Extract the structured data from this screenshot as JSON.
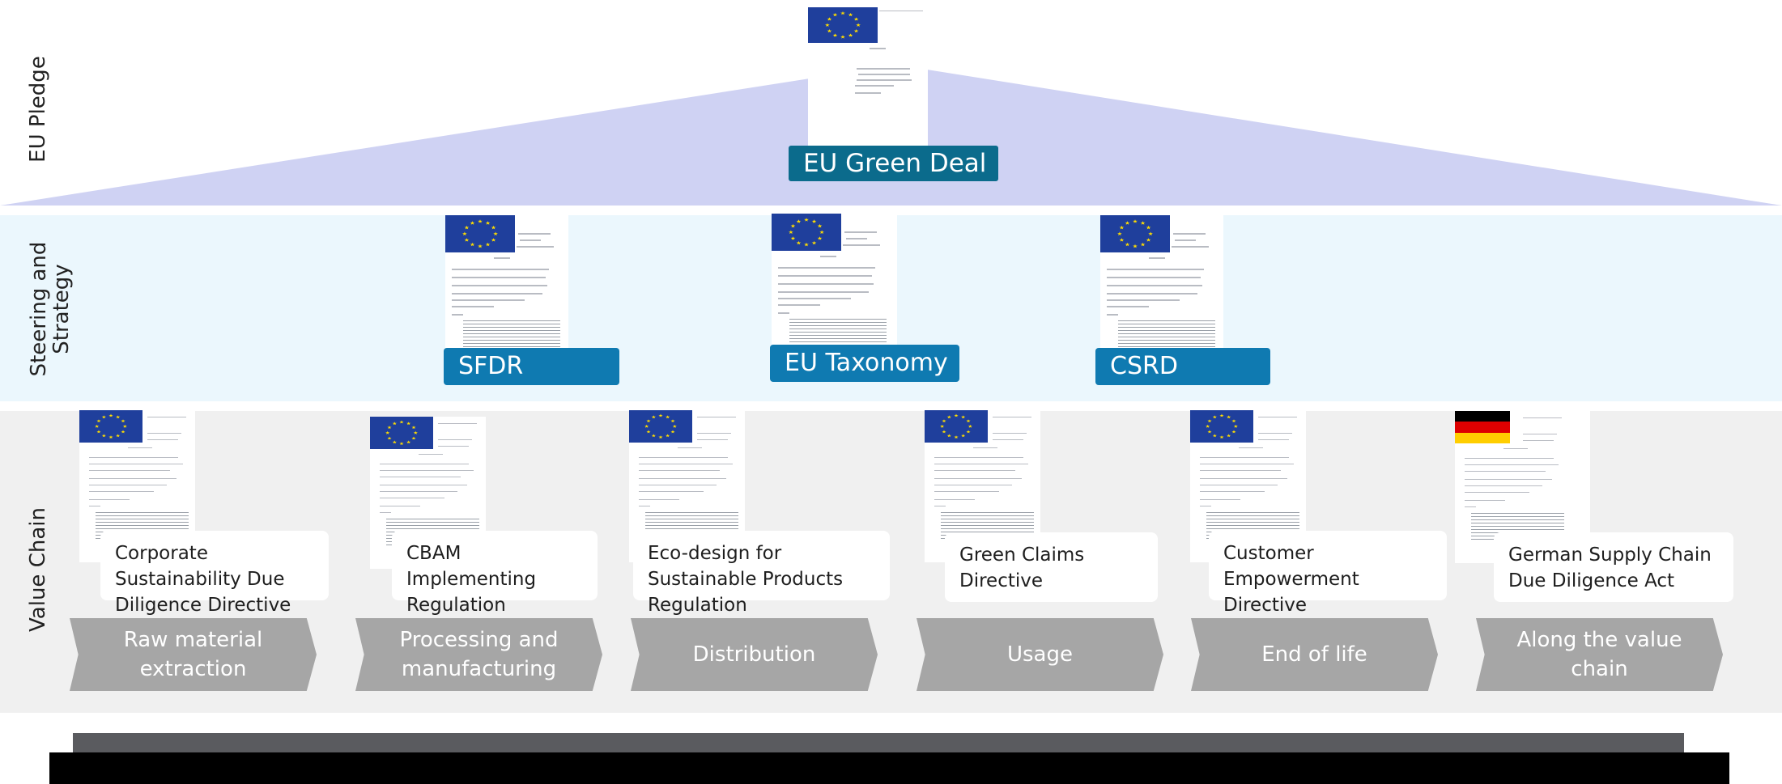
{
  "rows": {
    "pledge": "EU Pledge",
    "steering": "Steering and\nStrategy",
    "value_chain": "Value Chain"
  },
  "pledge": {
    "label": "EU Green Deal"
  },
  "strategy": [
    {
      "label": "SFDR"
    },
    {
      "label": "EU Taxonomy"
    },
    {
      "label": "CSRD"
    }
  ],
  "regulations": [
    {
      "label": "Corporate Sustainability Due Diligence Directive",
      "flag": "eu-flag-icon"
    },
    {
      "label": "CBAM Implementing Regulation",
      "flag": "eu-flag-icon"
    },
    {
      "label": "Eco-design for Sustainable Products Regulation",
      "flag": "eu-flag-icon"
    },
    {
      "label": "Green Claims Directive",
      "flag": "eu-flag-icon"
    },
    {
      "label": "Customer Empowerment Directive",
      "flag": "eu-flag-icon"
    },
    {
      "label": "German Supply Chain Due Diligence Act",
      "flag": "de-flag-icon"
    }
  ],
  "stages": [
    {
      "label": "Raw material extraction"
    },
    {
      "label": "Processing and manufacturing"
    },
    {
      "label": "Distribution"
    },
    {
      "label": "Usage"
    },
    {
      "label": "End of life"
    },
    {
      "label": "Along the value chain"
    }
  ],
  "colors": {
    "pyramid": "#cfd2f3",
    "steering_band": "#ebf7fd",
    "value_chain_band": "#f0f0f0",
    "pledge_label": "#0b6b8c",
    "strategy_label": "#0f7ab1",
    "chevron": "#a6a6a6",
    "eu_blue": "#1f3f9c",
    "eu_star": "#ffdd00"
  }
}
